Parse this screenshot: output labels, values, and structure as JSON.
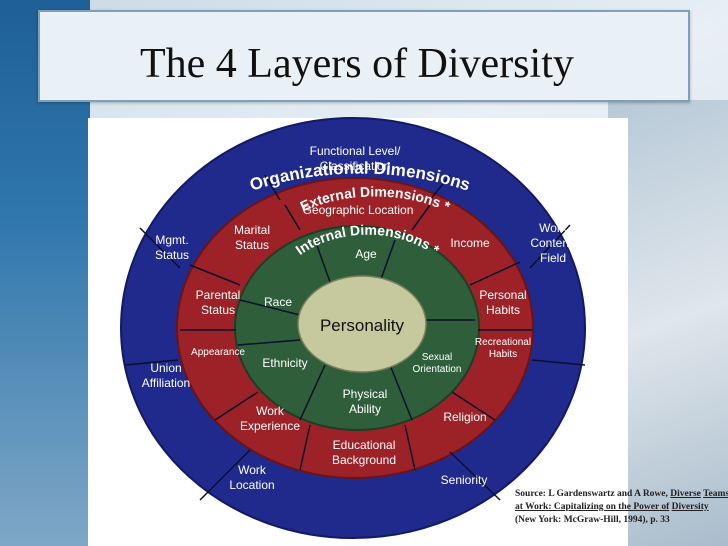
{
  "title": "The 4 Layers of Diversity",
  "colors": {
    "outer": "#1f2a8c",
    "external": "#9c2227",
    "internal": "#2f5f3a",
    "center": "#c5c99d"
  },
  "diagram": {
    "outer_title": "Organizational Dimensions",
    "external_title": "External Dimensions *",
    "internal_title": "Internal Dimensions *",
    "center_label": "Personality",
    "outer_labels": {
      "top": [
        "Functional Level/",
        "Classification"
      ],
      "mgmt": [
        "Mgmt.",
        "Status"
      ],
      "work_content": [
        "Work",
        "Content/",
        "Field"
      ],
      "union": [
        "Union",
        "Affiliation"
      ],
      "work_location": [
        "Work",
        "Location"
      ],
      "seniority": "Seniority"
    },
    "external_labels": {
      "geo": "Geographic Location",
      "marital": [
        "Marital",
        "Status"
      ],
      "income": "Income",
      "parental": [
        "Parental",
        "Status"
      ],
      "personal_habits": [
        "Personal",
        "Habits"
      ],
      "appearance": "Appearance",
      "recreational": [
        "Recreational",
        "Habits"
      ],
      "work_experience": [
        "Work",
        "Experience"
      ],
      "religion": "Religion",
      "education": [
        "Educational",
        "Background"
      ]
    },
    "internal_labels": {
      "age": "Age",
      "race": "Race",
      "ethnicity": "Ethnicity",
      "sexual": [
        "Sexual",
        "Orientation"
      ],
      "physical": [
        "Physical",
        "Ability"
      ]
    }
  },
  "source": {
    "prefix": "Source: L Gardenswartz and A Rowe,",
    "book_1": "Diverse",
    "book_2": "Teams at Work: Capitalizing on the Power of",
    "book_3": "Diversity",
    "suffix": "(New York: McGraw-Hill, 1994), p.",
    "page": "33"
  }
}
